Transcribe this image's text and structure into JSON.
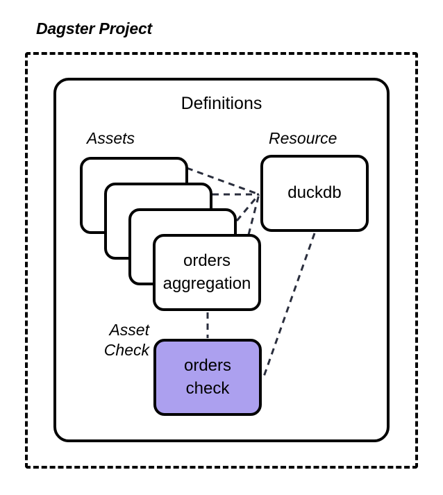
{
  "diagram": {
    "title": "Dagster Project",
    "container_label": "Definitions",
    "accent_color": "#aca0ef",
    "line_color": "#2a2e3d",
    "border_color": "#000000",
    "background_color": "#ffffff"
  },
  "groups": {
    "assets_label": "Assets",
    "resource_label": "Resource",
    "asset_check_label_line1": "Asset",
    "asset_check_label_line2": "Check"
  },
  "nodes": {
    "asset_stack": [
      {
        "name": "asset-card-back-1",
        "label": ""
      },
      {
        "name": "asset-card-back-2",
        "label": ""
      },
      {
        "name": "asset-card-back-3",
        "label": ""
      }
    ],
    "asset_front": {
      "label_line1": "orders",
      "label_line2": "aggregation"
    },
    "resource": {
      "label": "duckdb"
    },
    "asset_check": {
      "label_line1": "orders",
      "label_line2": "check"
    }
  },
  "edges": [
    {
      "from": "asset-card-back-1",
      "to": "duckdb",
      "style": "dashed"
    },
    {
      "from": "asset-card-back-2",
      "to": "duckdb",
      "style": "dashed"
    },
    {
      "from": "asset-card-back-3",
      "to": "duckdb",
      "style": "dashed"
    },
    {
      "from": "orders-aggregation",
      "to": "duckdb",
      "style": "dashed"
    },
    {
      "from": "orders-aggregation",
      "to": "orders-check",
      "style": "dashed"
    },
    {
      "from": "duckdb",
      "to": "orders-check",
      "style": "dashed"
    }
  ]
}
